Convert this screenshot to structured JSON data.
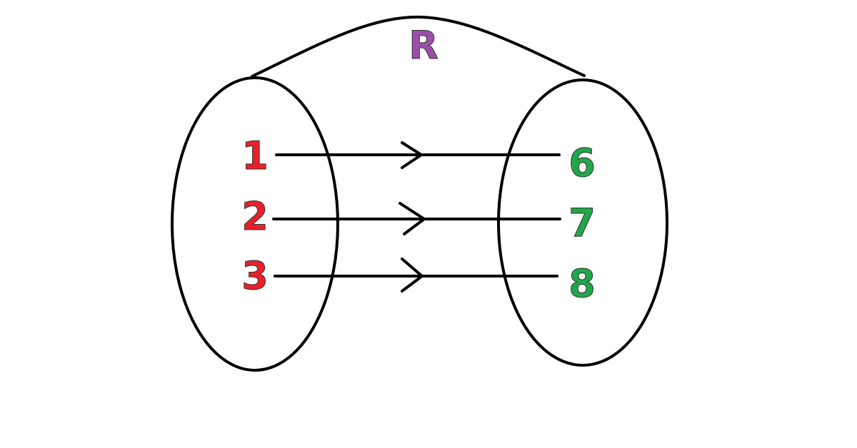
{
  "relation": {
    "label": "R",
    "color": "#9b4fa8"
  },
  "domain_set": {
    "elements": [
      "1",
      "2",
      "3"
    ],
    "color": "#e8202a"
  },
  "codomain_set": {
    "elements": [
      "6",
      "7",
      "8"
    ],
    "color": "#22a64a"
  },
  "mappings": [
    [
      "1",
      "6"
    ],
    [
      "2",
      "7"
    ],
    [
      "3",
      "8"
    ]
  ]
}
